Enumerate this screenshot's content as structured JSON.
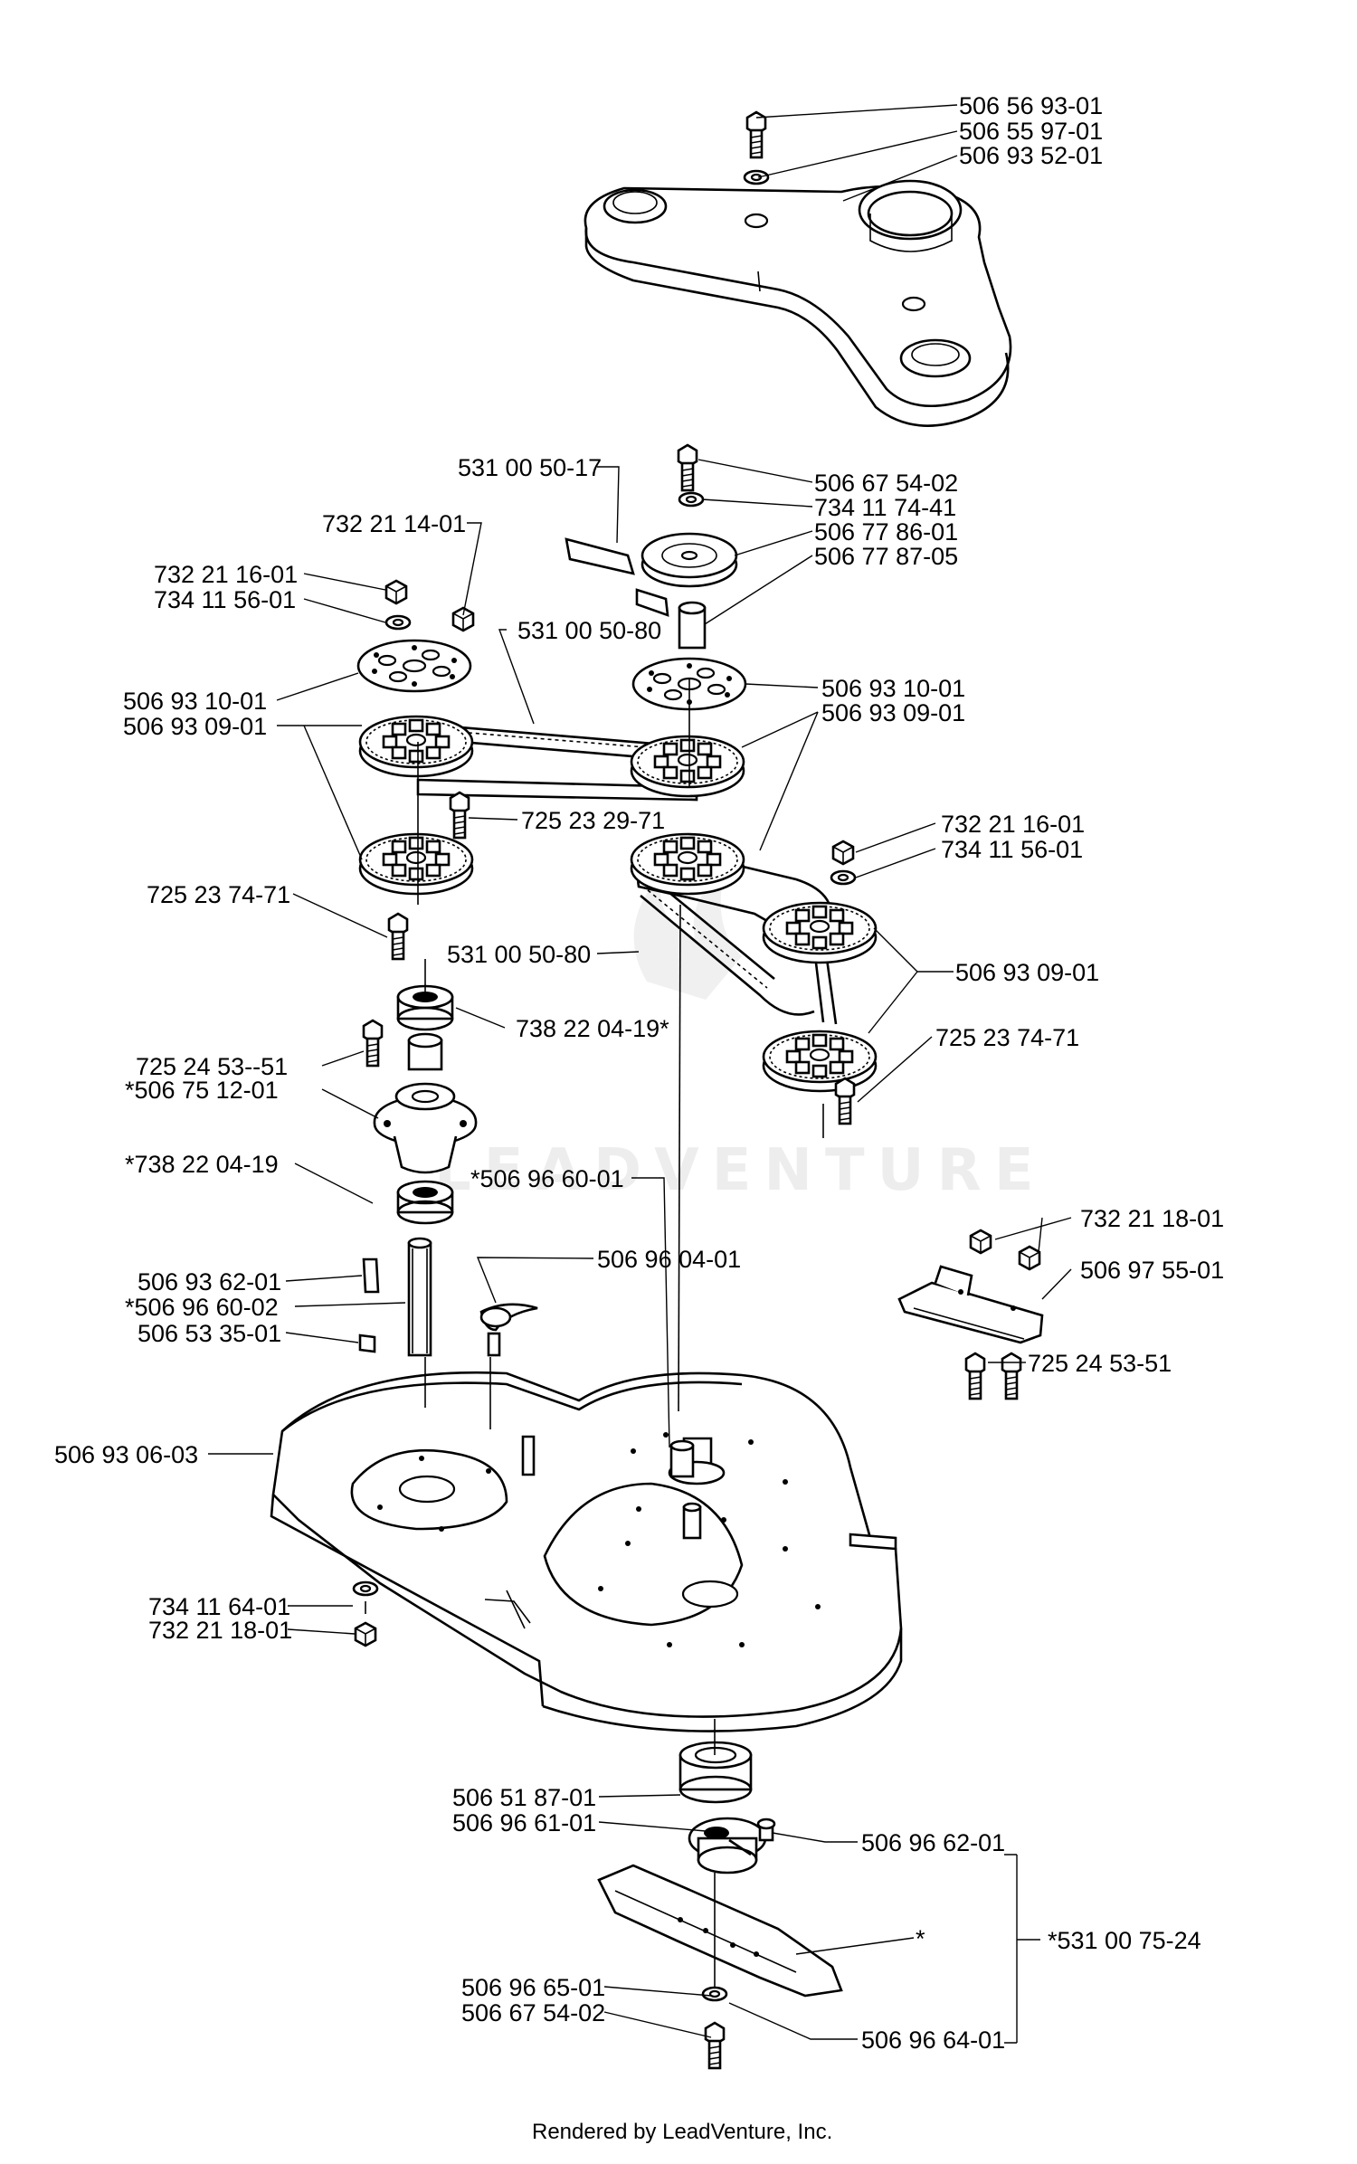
{
  "watermark": "LEADVENTURE",
  "credit": "Rendered by LeadVenture, Inc.",
  "labels": [
    "506 56 93-01",
    "506 55 97-01",
    "506 93 52-01",
    "531 00 50-17",
    "506 67 54-02",
    "734 11 74-41",
    "506 77 86-01",
    "506 77 87-05",
    "732 21 14-01",
    "732 21 16-01",
    "734 11 56-01",
    "531 00 50-80",
    "506 93 10-01",
    "506 93 09-01",
    "506 93 10-01",
    "506 93 09-01",
    "725 23 29-71",
    "732 21 16-01",
    "734 11 56-01",
    "725 23 74-71",
    "531 00 50-80",
    "506 93 09-01",
    "738 22 04-19*",
    "725 24 53--51",
    "*506 75 12-01",
    "725 23 74-71",
    "*738 22 04-19",
    "*506 96 60-01",
    "732 21 18-01",
    "506 97 55-01",
    "506 96 04-01",
    "506 93 62-01",
    "*506 96 60-02",
    "506 53 35-01",
    "725 24 53-51",
    "506 93 06-03",
    "734 11 64-01",
    "732 21 18-01",
    "506 51 87-01",
    "506 96 61-01",
    "506 96 62-01",
    "*",
    "*531 00 75-24",
    "506 96 65-01",
    "506 67 54-02",
    "506 96 64-01"
  ]
}
